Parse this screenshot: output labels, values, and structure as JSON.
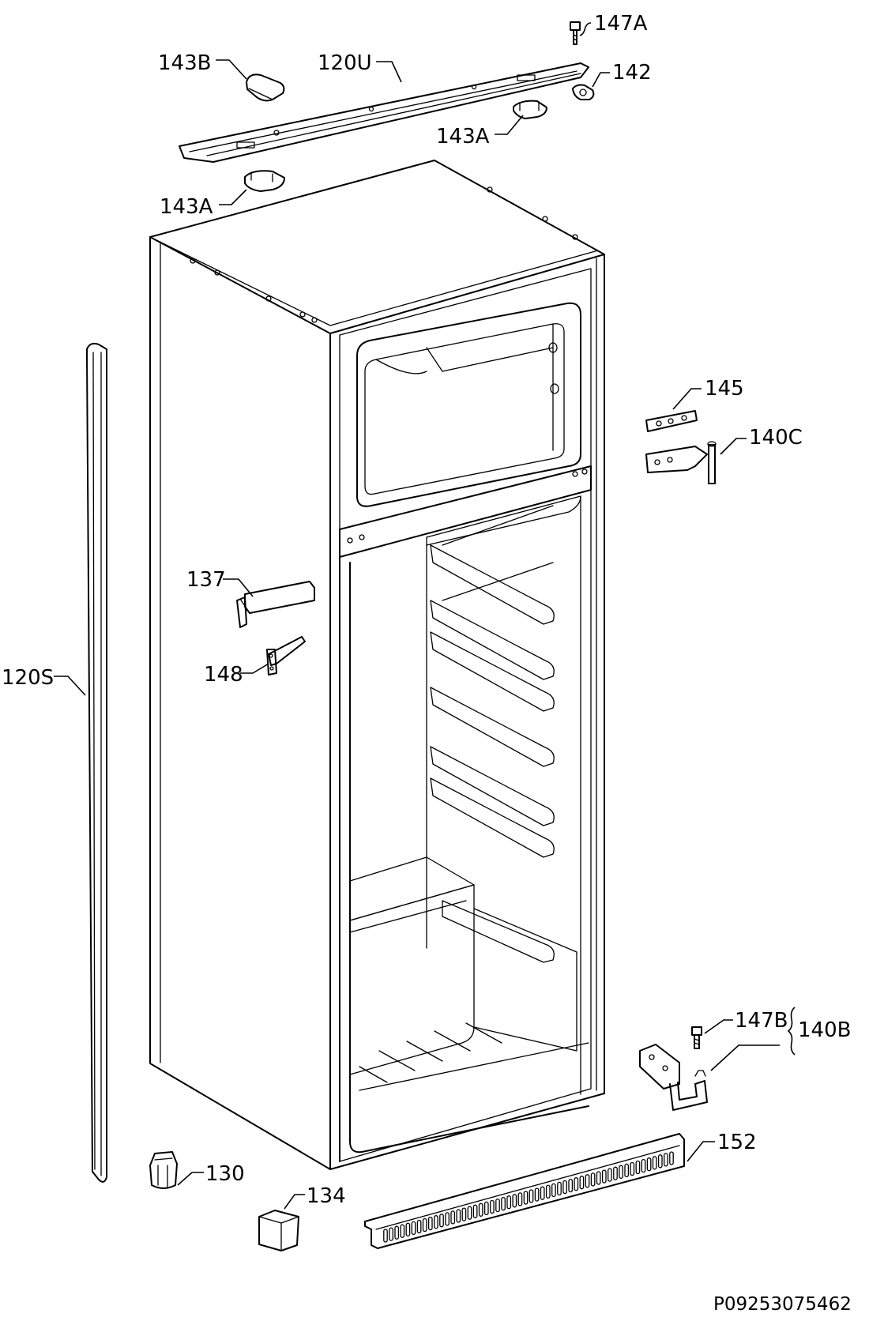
{
  "labels": {
    "p147A": "147A",
    "p143B": "143B",
    "p120U": "120U",
    "p142": "142",
    "p143A_top": "143A",
    "p143A_left": "143A",
    "p145": "145",
    "p140C": "140C",
    "p137": "137",
    "p148": "148",
    "p120S": "120S",
    "p147B": "147B",
    "p140B": "140B",
    "p152": "152",
    "p130": "130",
    "p134": "134"
  },
  "reference": "P09253075462"
}
